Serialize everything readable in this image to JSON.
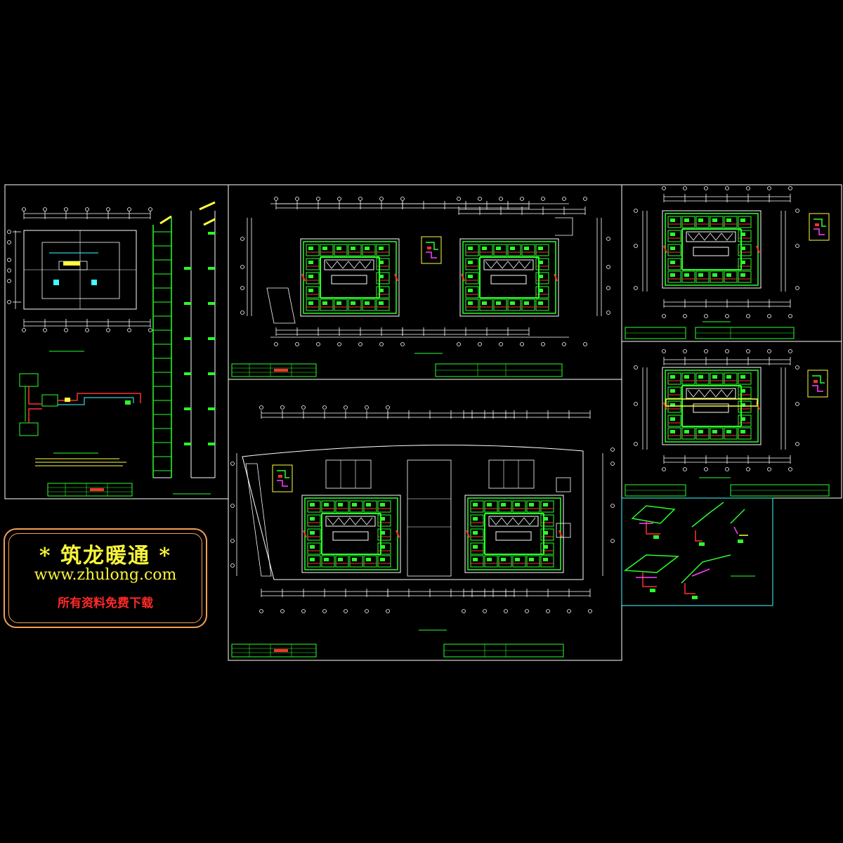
{
  "watermark": {
    "title": "* 筑龙暖通 *",
    "url": "www.zhulong.com",
    "subtitle": "所有资料免费下载"
  },
  "colors": {
    "background": "#000000",
    "frame": "#ffffff",
    "duct": "#2bff2b",
    "pipe_red": "#ff3030",
    "pipe_yellow": "#ffff40",
    "pipe_magenta": "#ff40ff",
    "pipe_cyan": "#40ffff",
    "watermark_border": "#f5a050",
    "watermark_text": "#f7f53a",
    "watermark_sub": "#ff2a2a"
  },
  "sheets": [
    {
      "name": "sheet-left-system",
      "content": "floor plan, riser diagram, system schematic"
    },
    {
      "name": "sheet-top-center-plan",
      "content": "two wing floor plan"
    },
    {
      "name": "sheet-bottom-center-plan",
      "content": "ground floor plan"
    },
    {
      "name": "sheet-right-top-plan",
      "content": "single wing floor plan"
    },
    {
      "name": "sheet-right-middle-plan",
      "content": "single wing floor plan"
    },
    {
      "name": "sheet-right-bottom-iso",
      "content": "isometric piping details"
    }
  ]
}
